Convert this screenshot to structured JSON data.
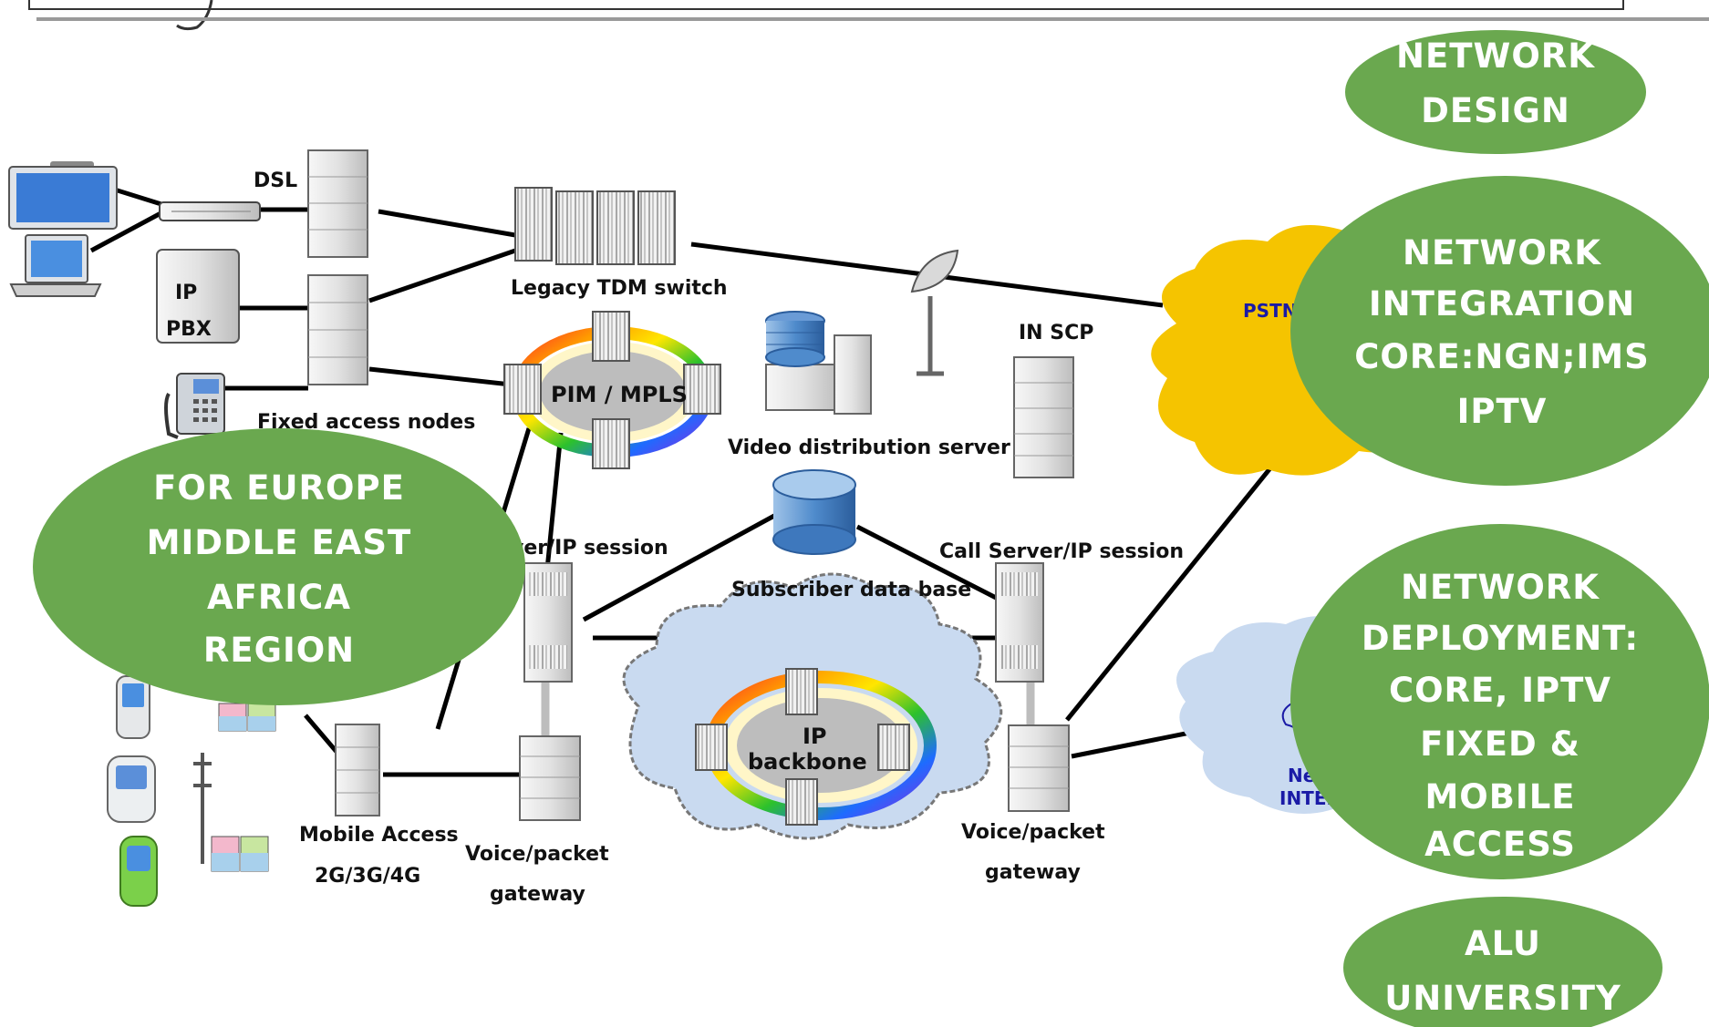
{
  "labels": {
    "dsl": "DSL",
    "ip_pbx_line1": "IP",
    "ip_pbx_line2": "PBX",
    "legacy_tdm": "Legacy TDM switch",
    "fixed_access": "Fixed access nodes",
    "pim_mpls": "PIM / MPLS",
    "in_scp": "IN SCP",
    "video_server": "Video distribution server",
    "call_server_left": "ver/IP session",
    "call_server_right": "Call Server/IP session",
    "subscriber_db": "Subscriber data base",
    "ip_backbone_line1": "IP",
    "ip_backbone_line2": "backbone",
    "mobile_access_line1": "Mobile Access",
    "mobile_access_line2": "2G/3G/4G",
    "vpg_left_line1": "Voice/packet",
    "vpg_left_line2": "gateway",
    "vpg_right_line1": "Voice/packet",
    "vpg_right_line2": "gateway",
    "pstn": "PSTN",
    "internet_line1": "Ne",
    "internet_line2": "INTEI"
  },
  "ovals": {
    "network_design": [
      "NETWORK",
      "DESIGN"
    ],
    "network_integration": [
      "NETWORK",
      "INTEGRATION",
      "CORE:NGN;IMS",
      "IPTV"
    ],
    "emea": [
      "FOR EUROPE",
      "MIDDLE EAST",
      "AFRICA",
      "REGION"
    ],
    "network_deployment": [
      "NETWORK",
      "DEPLOYMENT:",
      "CORE, IPTV",
      "FIXED &",
      "MOBILE",
      "ACCESS"
    ],
    "alu_university": [
      "ALU",
      "UNIVERSITY"
    ]
  },
  "colors": {
    "oval_green": "#6aa84f",
    "pstn_cloud": "#f5c400",
    "blue_cloud": "#c9daf0",
    "server_fill": "#e8e8e8"
  }
}
